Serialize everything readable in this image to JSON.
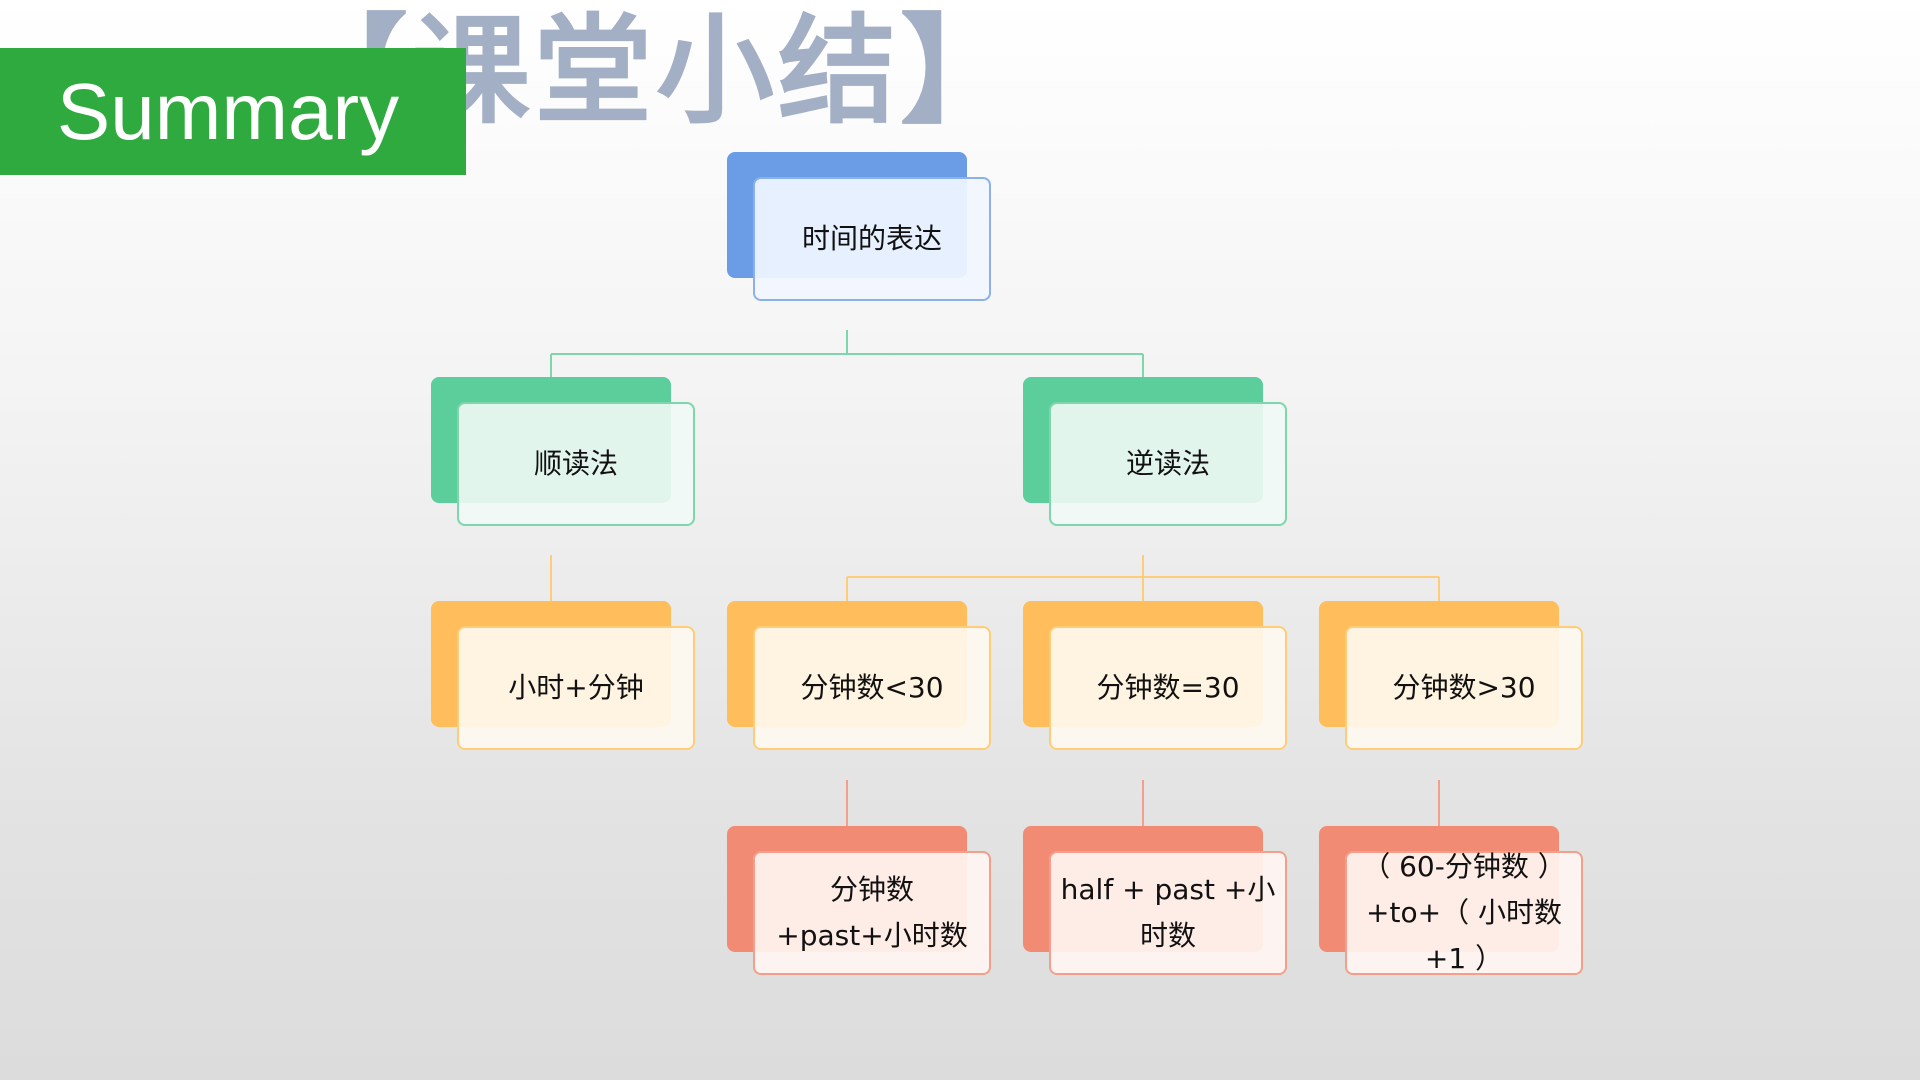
{
  "slide": {
    "title_ghost": "【课堂小结】",
    "banner": "Summary"
  },
  "diagram": {
    "root": "时间的表达",
    "methods": {
      "direct": "顺读法",
      "reverse": "逆读法"
    },
    "cases": {
      "direct_case": "小时+分钟",
      "less_than_30": "分钟数<30",
      "equal_30": "分钟数=30",
      "greater_than_30": "分钟数>30"
    },
    "rules": {
      "less_than_30": "分钟数+past+小时数",
      "equal_30": "half + past +小时数",
      "greater_than_30": "（ 60-分钟数 ）+to+（ 小时数+1 ）"
    }
  },
  "colors": {
    "banner": "#2eaa3e",
    "title_ghost": "#a3afc4",
    "level1": "#6a9de6",
    "level2": "#5cce9c",
    "level3": "#ffbd5c",
    "level4": "#f28b74"
  }
}
